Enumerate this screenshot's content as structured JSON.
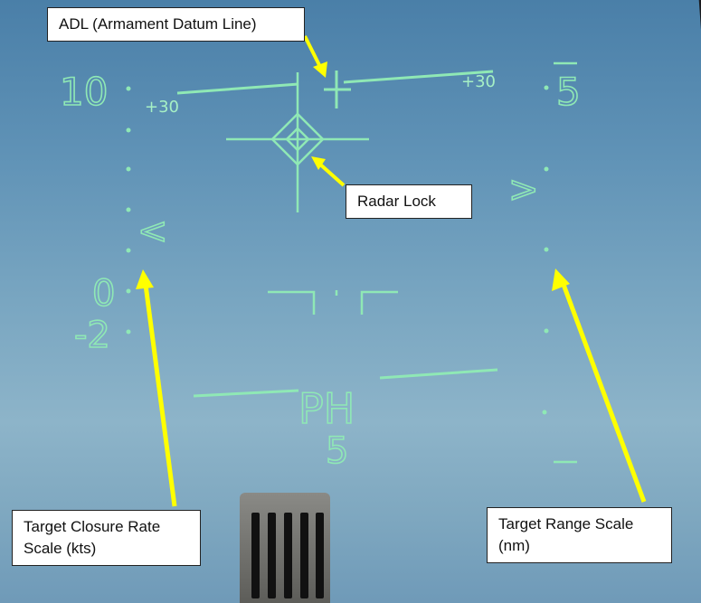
{
  "hud": {
    "closure_scale": {
      "top_label": "10",
      "zero_label": "0",
      "bottom_label": "-2",
      "marker": "<"
    },
    "range_scale": {
      "top_label": "5",
      "marker": ">"
    },
    "pitch_labels": {
      "left": "+30",
      "right": "+30"
    },
    "mode_text": "PH",
    "mode_number": "5"
  },
  "callouts": {
    "adl": "ADL (Armament Datum Line)",
    "radar_lock": "Radar Lock",
    "closure_rate": "Target Closure Rate Scale (kts)",
    "range": "Target Range Scale (nm)"
  },
  "colors": {
    "hud_symbology": "#8fe8b5",
    "callout_arrow": "#ffff00"
  }
}
